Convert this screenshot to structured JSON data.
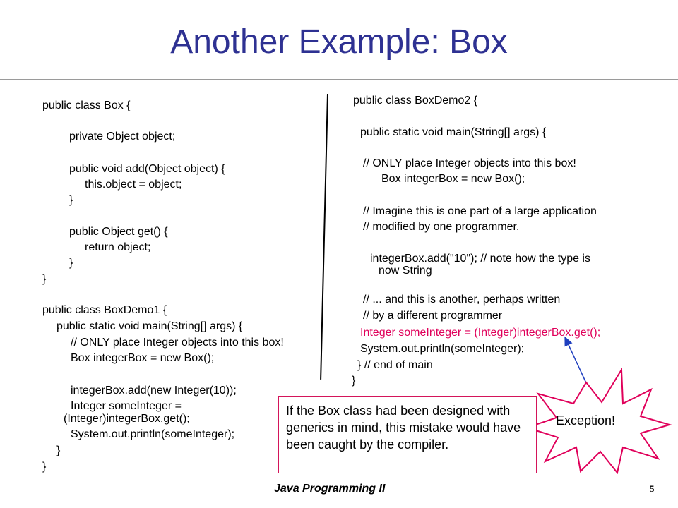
{
  "title": "Another Example: Box",
  "left_code": [
    "public class Box {",
    "private Object object;",
    "public void add(Object object) {",
    "this.object = object;",
    "}",
    "public Object get() {",
    "return object;",
    "}",
    "}",
    "public class BoxDemo1 {",
    "public static void main(String[] args) {",
    "// ONLY place Integer objects into this box!",
    "Box integerBox = new Box();",
    "integerBox.add(new Integer(10));",
    "Integer someInteger =",
    "(Integer)integerBox.get();",
    "System.out.println(someInteger);",
    "}",
    "}"
  ],
  "right_code": [
    "public class BoxDemo2 {",
    "public static void main(String[] args) {",
    "// ONLY place Integer objects into this box!",
    "Box integerBox = new Box();",
    "// Imagine this is one part of a large application",
    "// modified by one programmer.",
    "integerBox.add(\"10\"); // note how the type is",
    "now String",
    "// ... and this is another, perhaps written",
    "// by a different programmer",
    "Integer someInteger = (Integer)integerBox.get();",
    "System.out.println(someInteger);",
    "}  // end of main",
    "}"
  ],
  "callout": "If the Box class had been designed with generics in mind, this mistake would have been caught by the compiler.",
  "exception_label": "Exception!",
  "footer": "Java Programming II",
  "page_number": "5",
  "colors": {
    "title": "#2e3192",
    "highlight": "#e0005a",
    "arrow": "#1f3fbf"
  }
}
